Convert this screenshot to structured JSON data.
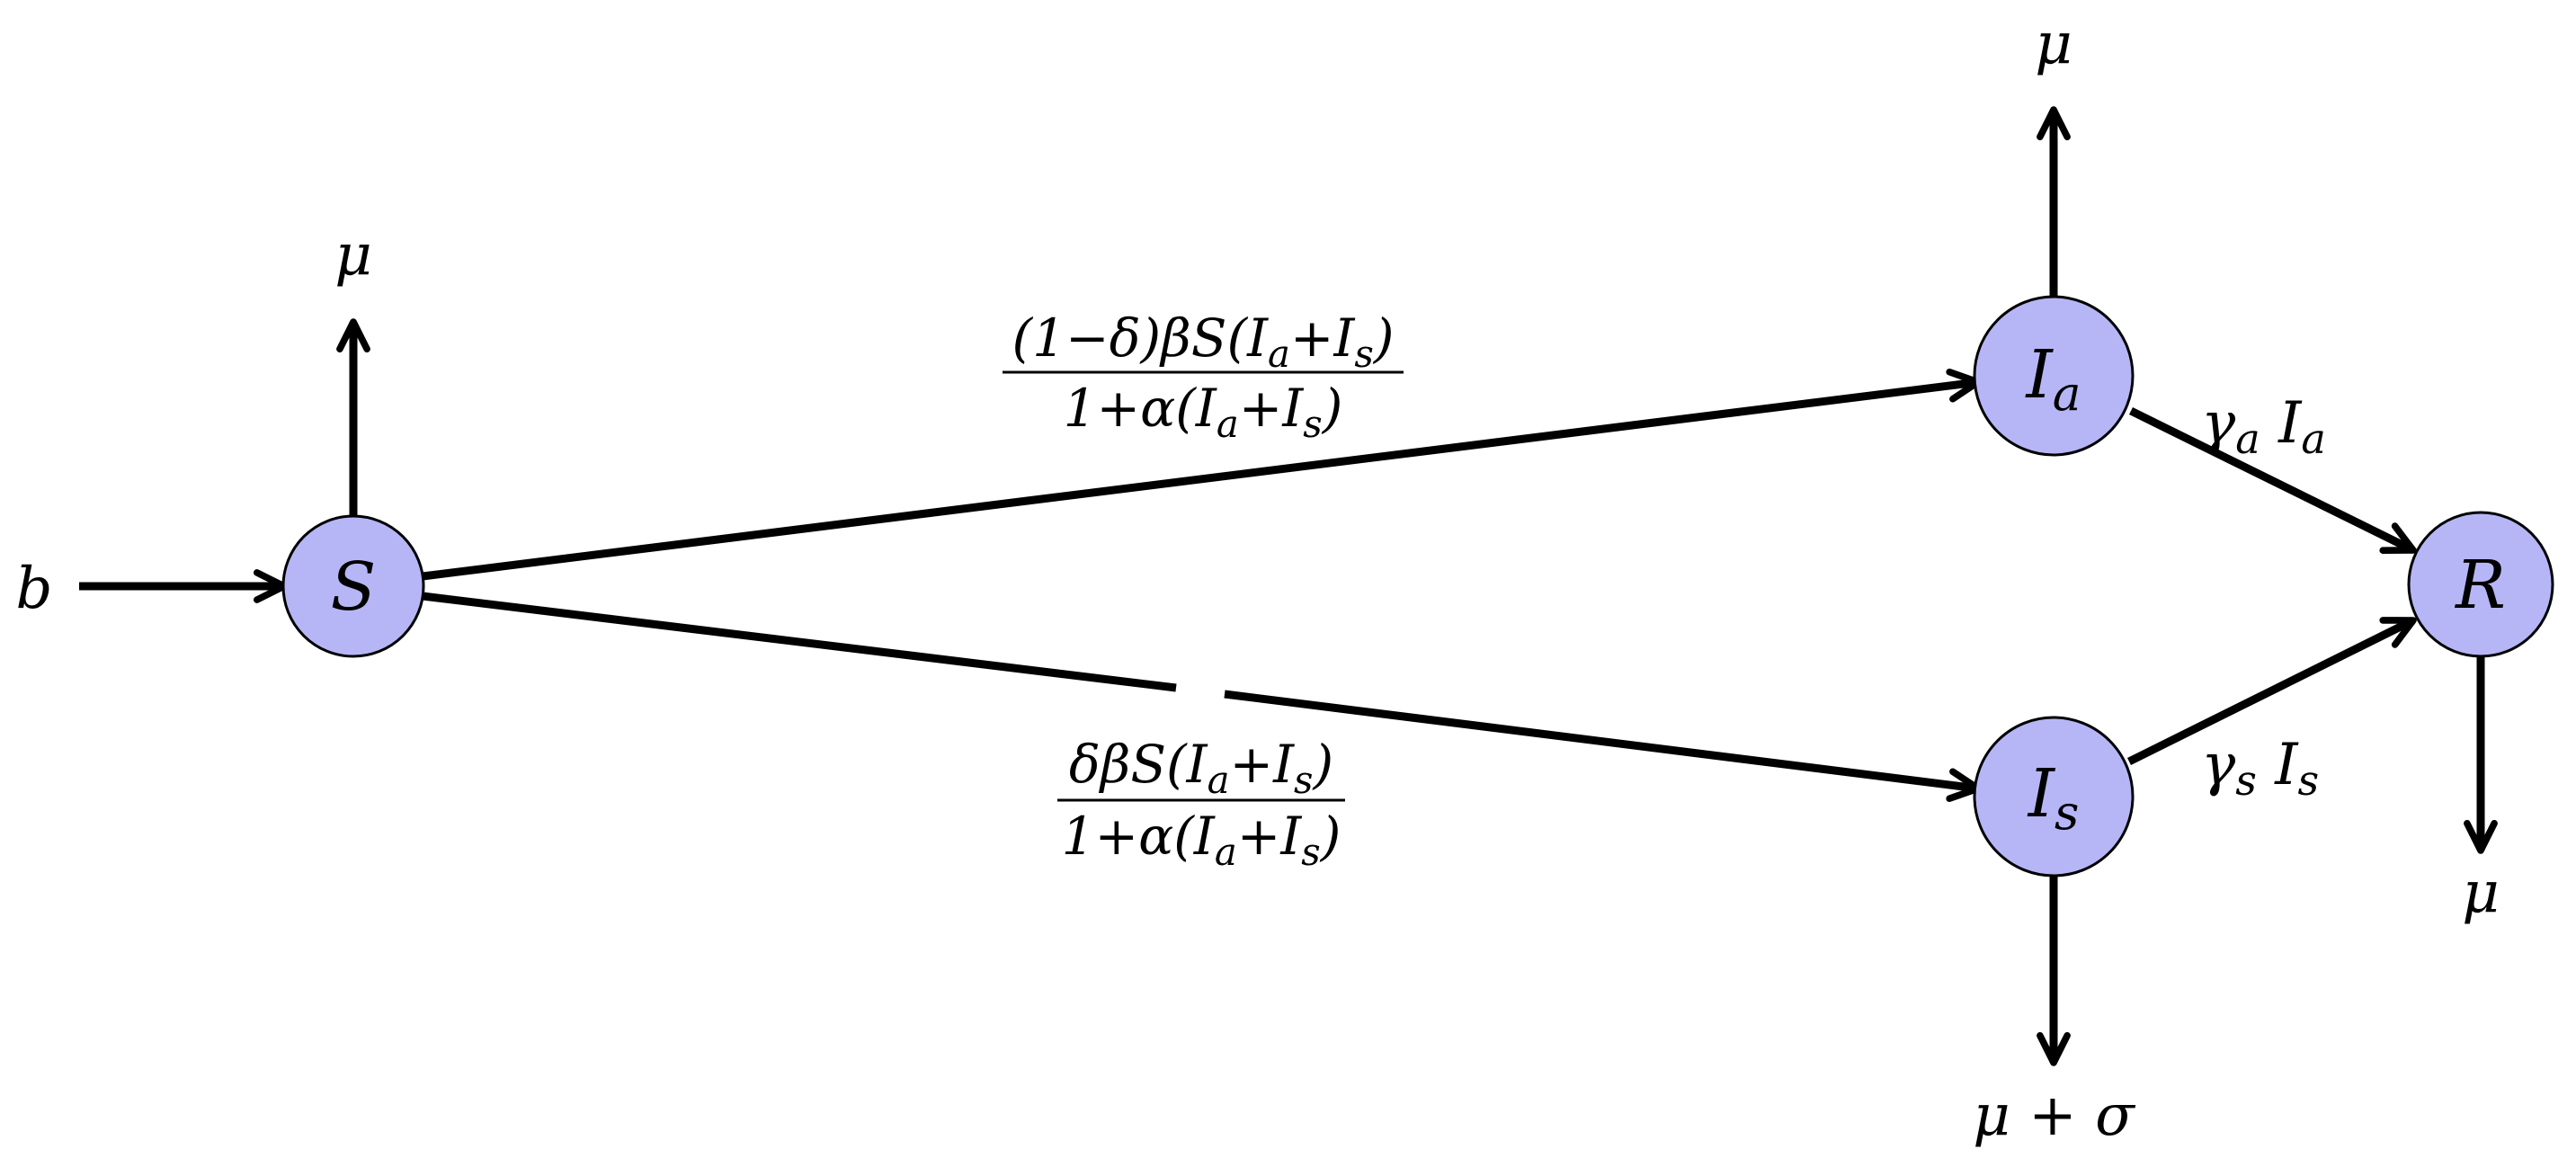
{
  "nodes": {
    "S": {
      "symbol": "S",
      "sub": ""
    },
    "Ia": {
      "symbol": "I",
      "sub": "a"
    },
    "Is": {
      "symbol": "I",
      "sub": "s"
    },
    "R": {
      "symbol": "R",
      "sub": ""
    }
  },
  "labels": {
    "birth": "b",
    "death_s": "μ",
    "death_ia": "μ",
    "death_r": "μ",
    "death_is": "μ + σ"
  },
  "rates": {
    "s_to_ia": {
      "numerator": "(1−δ)βS(I_a+I_s)",
      "denominator": "1+α(I_a+I_s)"
    },
    "s_to_is": {
      "numerator": "δβS(I_a+I_s)",
      "denominator": "1+α(I_a+I_s)"
    },
    "ia_to_r": "γ_a I_a",
    "is_to_r": "γ_s I_s"
  },
  "colors": {
    "node_fill": "#b6b6f7",
    "stroke": "#000000"
  }
}
